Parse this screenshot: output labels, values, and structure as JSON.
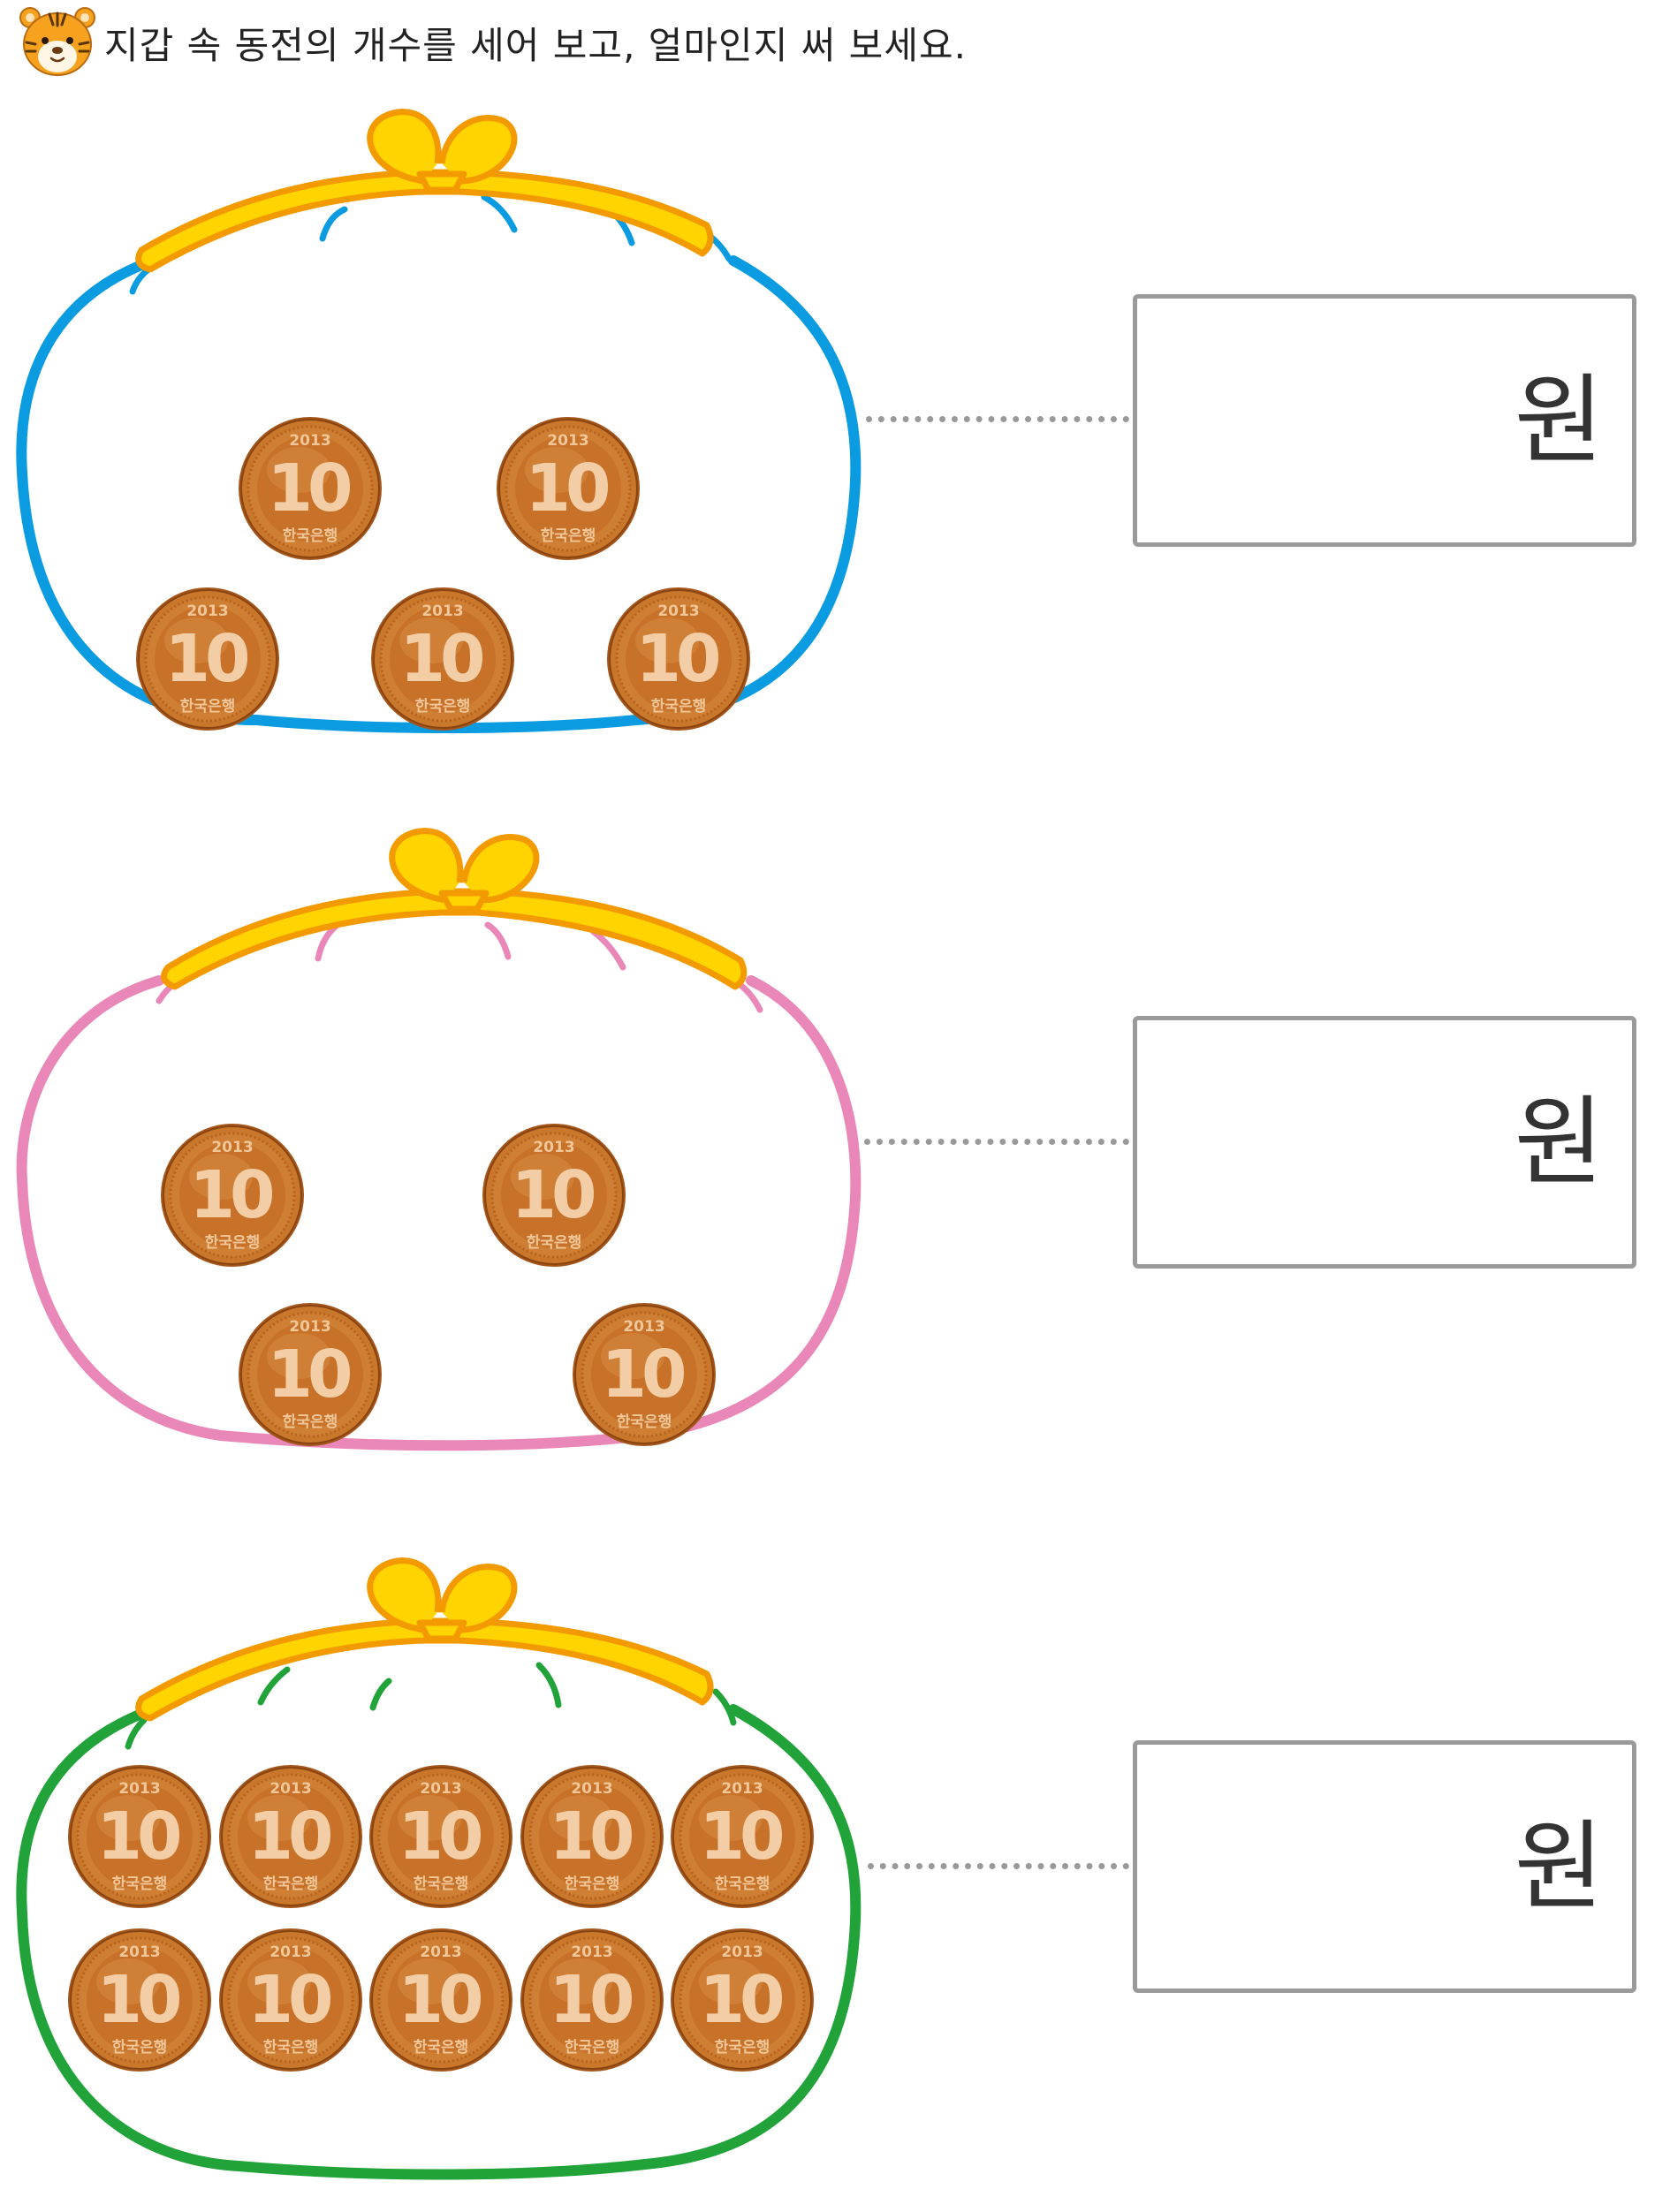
{
  "instruction": "지갑 속 동전의 개수를 세어 보고, 얼마인지 써 보세요.",
  "icon": "tiger-face-icon",
  "coin": {
    "year": "2013",
    "value": "10",
    "bank": "한국은행"
  },
  "problems": [
    {
      "wallet_color": "#0a9be0",
      "coin_count": 5,
      "answer_value": "",
      "unit": "원"
    },
    {
      "wallet_color": "#e987b8",
      "coin_count": 4,
      "answer_value": "",
      "unit": "원"
    },
    {
      "wallet_color": "#22a33a",
      "coin_count": 10,
      "answer_value": "",
      "unit": "원"
    }
  ],
  "colors": {
    "clasp_fill": "#ffd400",
    "clasp_stroke": "#f39a00",
    "coin": "#c9772b",
    "box_border": "#9a9a9a"
  }
}
